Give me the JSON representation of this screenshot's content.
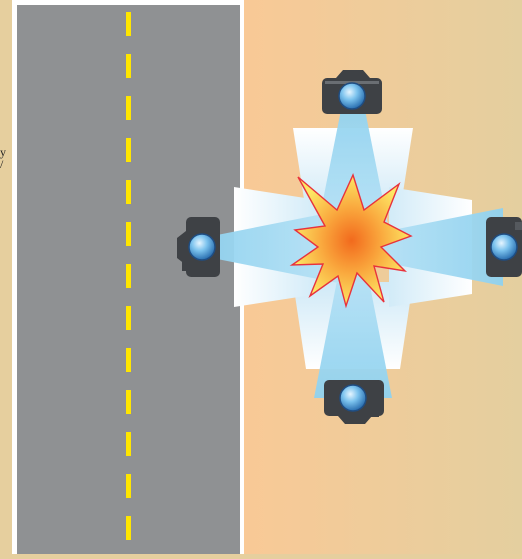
{
  "scene": {
    "description_items": [
      "road",
      "center-line",
      "explosion",
      "camera-top",
      "camera-left",
      "camera-right",
      "camera-bottom"
    ],
    "edge_text_top": "y",
    "edge_text_bottom": "/",
    "colors": {
      "background_left": "#e6cf9e",
      "background_sand": "#f7c998",
      "road": "#8f9193",
      "road_edge": "#ffffff",
      "center_line": "#ffe600",
      "light_beam": "#8fd0ee",
      "burst_outer": "#fde65e",
      "burst_center": "#f47a20",
      "burst_stroke": "#e8323c",
      "camera_body": "#3e4145",
      "lens": "#5aa8e0"
    }
  }
}
